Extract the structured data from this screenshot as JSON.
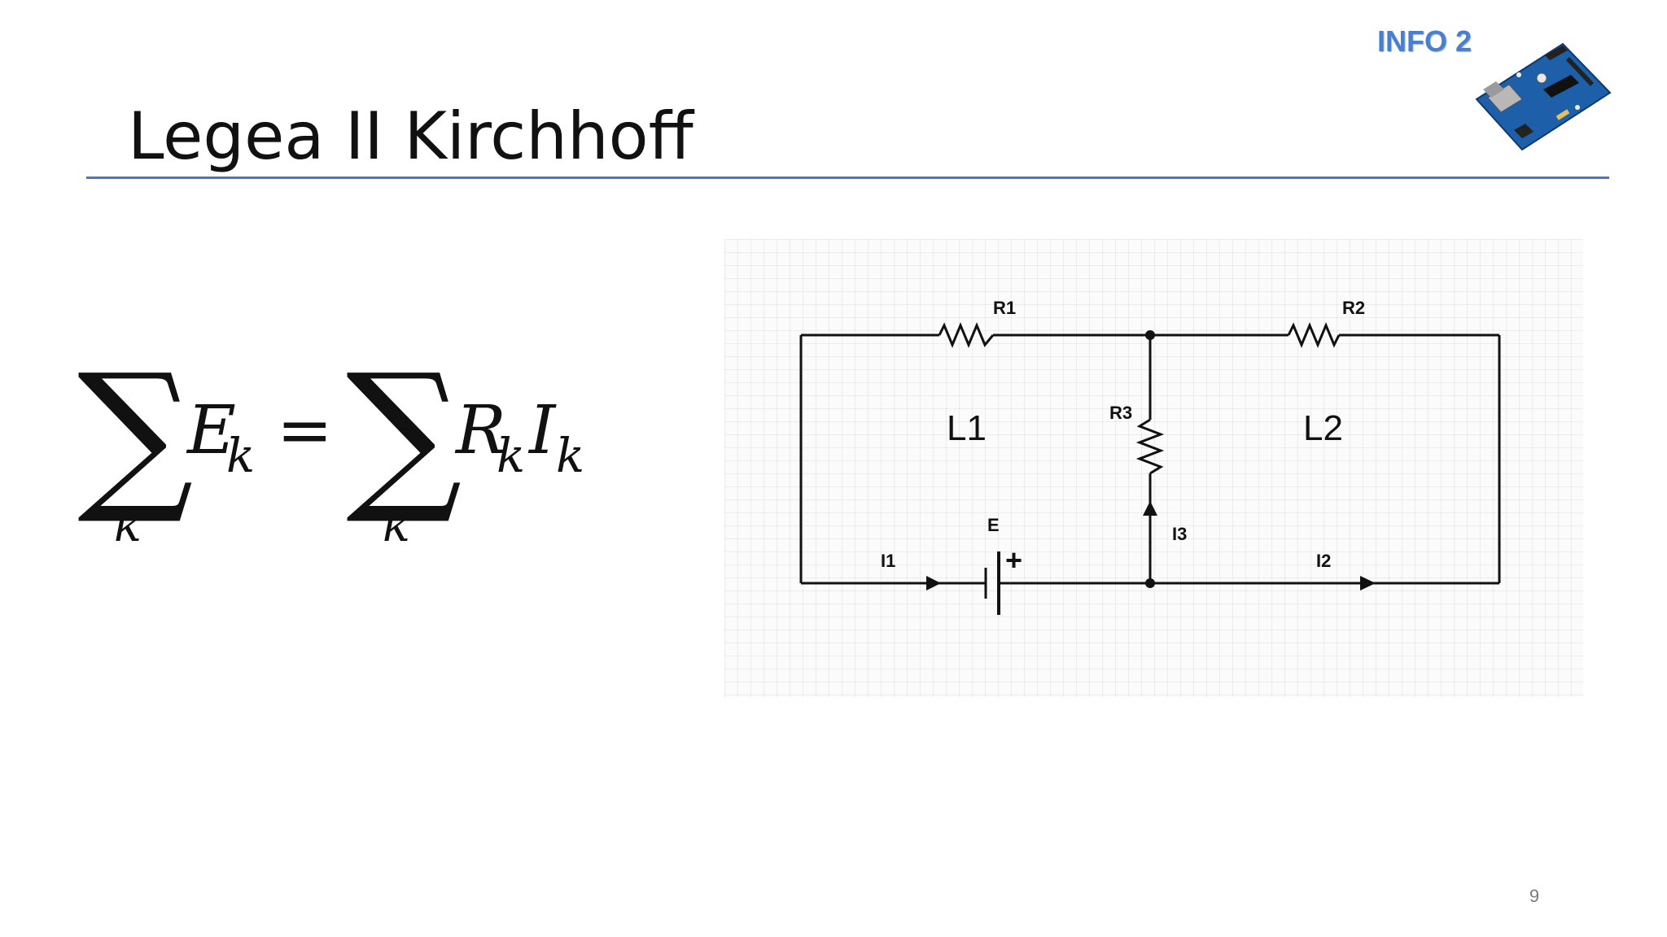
{
  "slide": {
    "title": "Legea II Kirchhoff",
    "page_number": "9"
  },
  "brand": {
    "label": "INFO 2",
    "logo_icon": "arduino-board-icon"
  },
  "formula": {
    "sum_symbol": "∑",
    "left_term": "E",
    "left_subscript": "k",
    "equals": "=",
    "right_term_1": "R",
    "right_subscript_1": "k",
    "right_term_2": "I",
    "right_subscript_2": "k",
    "sum_index": "k"
  },
  "circuit": {
    "resistors": [
      "R1",
      "R2",
      "R3"
    ],
    "loops": [
      "L1",
      "L2"
    ],
    "source": "E",
    "source_polarity": "+",
    "currents": [
      "I1",
      "I2",
      "I3"
    ]
  },
  "colors": {
    "rule": "#4a76c4",
    "brand_text": "#4a7fd0",
    "grid": "#dcdcdc",
    "wire": "#111111"
  }
}
